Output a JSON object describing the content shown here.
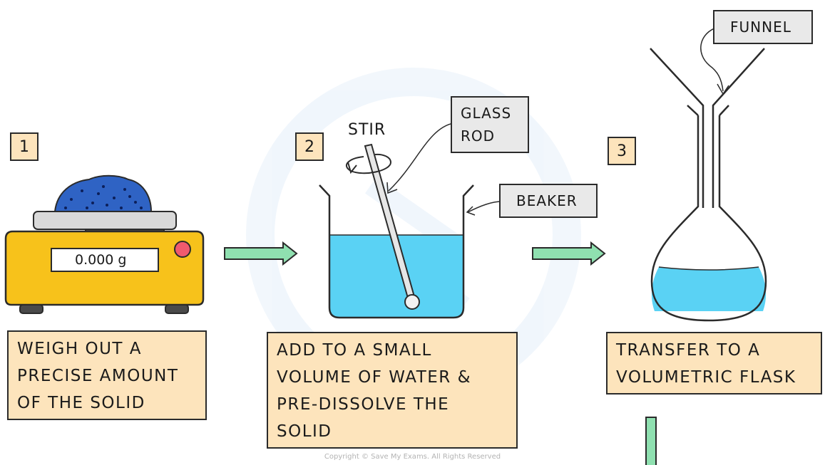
{
  "steps": [
    {
      "number": "1",
      "caption": [
        "WEIGH OUT A",
        "PRECISE AMOUNT",
        "OF THE SOLID"
      ]
    },
    {
      "number": "2",
      "caption": [
        "ADD TO A SMALL",
        "VOLUME OF WATER &",
        "PRE-DISSOLVE THE",
        "SOLID"
      ]
    },
    {
      "number": "3",
      "caption": [
        "TRANSFER TO A",
        "VOLUMETRIC FLASK"
      ]
    }
  ],
  "labels": {
    "balance_readout": "0.000 g",
    "stir": "STIR",
    "glass_rod": [
      "GLASS",
      "ROD"
    ],
    "beaker": "BEAKER",
    "funnel": "FUNNEL"
  },
  "copyright": "Copyright © Save My Exams. All Rights Reserved",
  "colors": {
    "caption_fill": "#fde4bc",
    "balance_body": "#f7c21b",
    "solid_blue": "#2f63c4",
    "water": "#5ad2f4",
    "arrow_green": "#8fe0b0",
    "tag_fill": "#e9e9e9",
    "button_red": "#f05a6e"
  }
}
